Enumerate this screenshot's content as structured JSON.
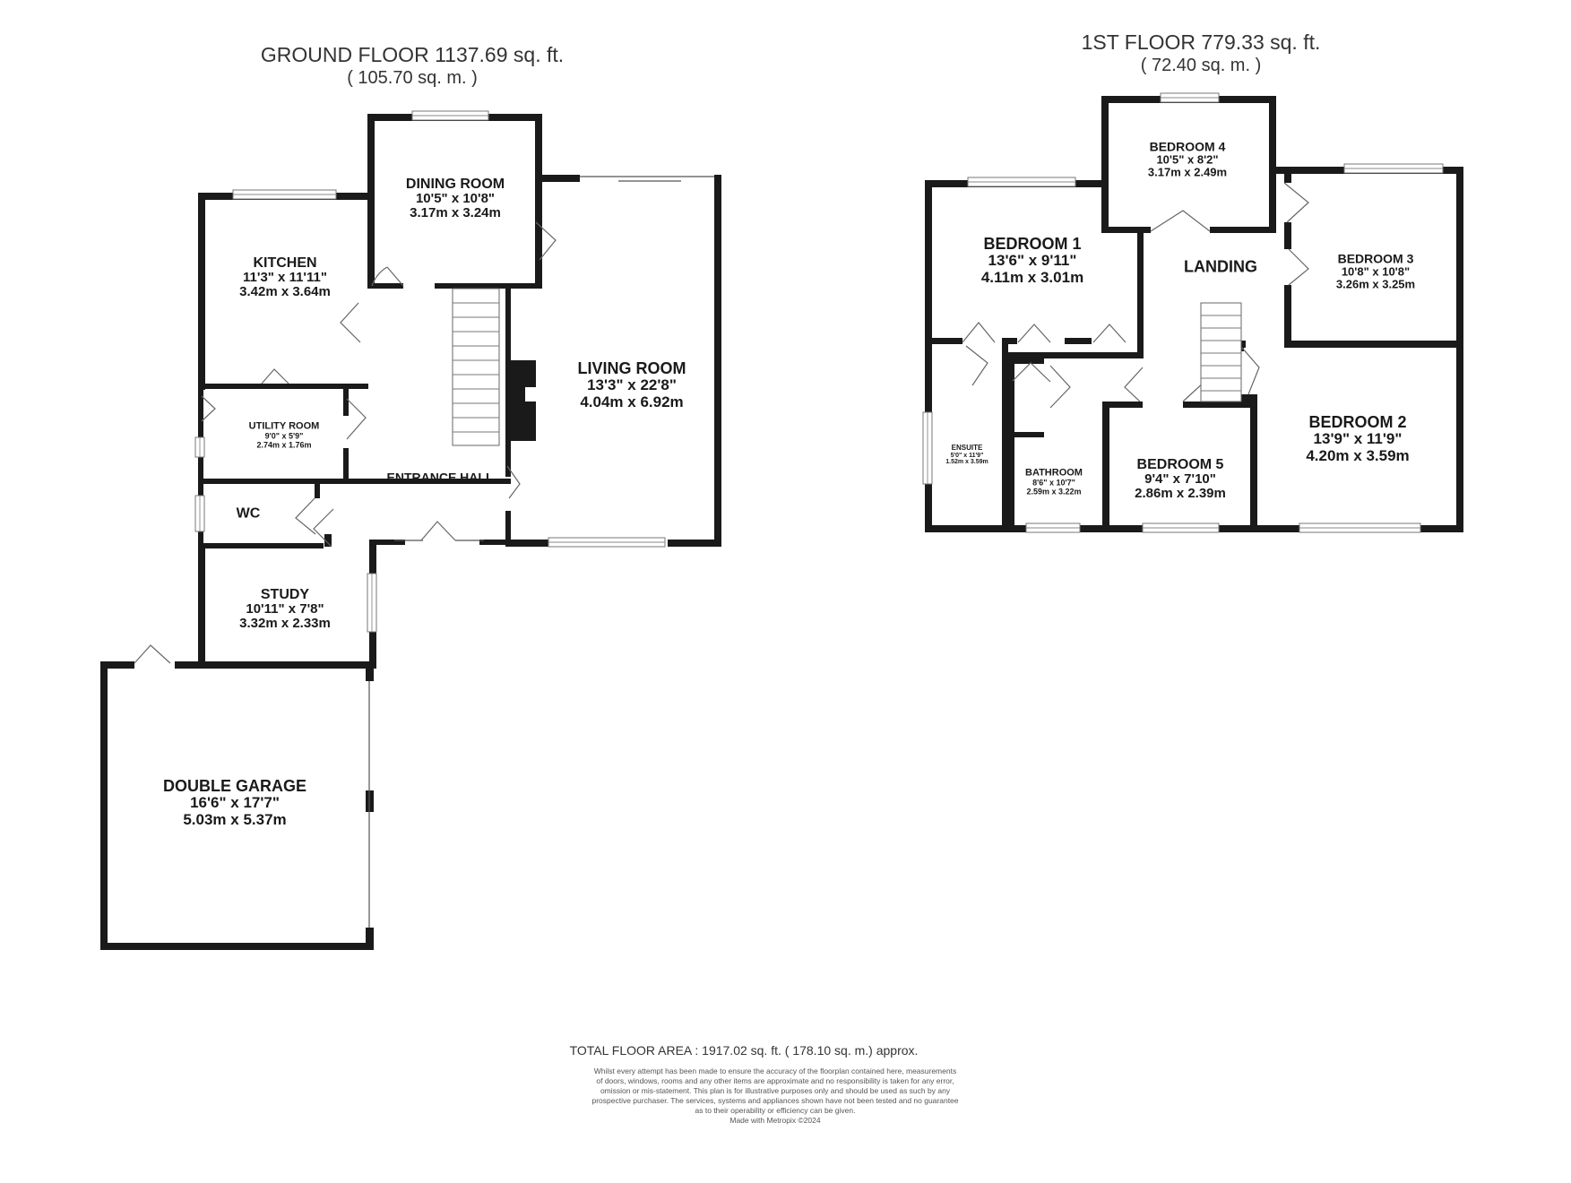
{
  "ground_floor": {
    "title": "GROUND FLOOR 1137.69 sq. ft.",
    "subtitle": "( 105.70 sq. m. )",
    "rooms": {
      "dining_room": {
        "name": "DINING ROOM",
        "imperial": "10'5\" x 10'8\"",
        "metric": "3.17m x 3.24m"
      },
      "kitchen": {
        "name": "KITCHEN",
        "imperial": "11'3\" x 11'11\"",
        "metric": "3.42m x 3.64m"
      },
      "living_room": {
        "name": "LIVING ROOM",
        "imperial": "13'3\" x 22'8\"",
        "metric": "4.04m x 6.92m"
      },
      "utility_room": {
        "name": "UTILITY ROOM",
        "imperial": "9'0\" x 5'9\"",
        "metric": "2.74m x 1.76m"
      },
      "entrance_hall": {
        "name": "ENTRANCE HALL"
      },
      "wc": {
        "name": "WC"
      },
      "study": {
        "name": "STUDY",
        "imperial": "10'11\" x 7'8\"",
        "metric": "3.32m x 2.33m"
      },
      "double_garage": {
        "name": "DOUBLE GARAGE",
        "imperial": "16'6\" x 17'7\"",
        "metric": "5.03m x 5.37m"
      }
    }
  },
  "first_floor": {
    "title": "1ST FLOOR 779.33 sq. ft.",
    "subtitle": "( 72.40 sq. m. )",
    "rooms": {
      "bedroom_4": {
        "name": "BEDROOM 4",
        "imperial": "10'5\" x 8'2\"",
        "metric": "3.17m x 2.49m"
      },
      "bedroom_1": {
        "name": "BEDROOM 1",
        "imperial": "13'6\" x 9'11\"",
        "metric": "4.11m x 3.01m"
      },
      "landing": {
        "name": "LANDING"
      },
      "bedroom_3": {
        "name": "BEDROOM 3",
        "imperial": "10'8\" x 10'8\"",
        "metric": "3.26m x 3.25m"
      },
      "bedroom_2": {
        "name": "BEDROOM 2",
        "imperial": "13'9\" x 11'9\"",
        "metric": "4.20m x 3.59m"
      },
      "ensuite": {
        "name": "ENSUITE",
        "imperial": "5'0\" x 11'9\"",
        "metric": "1.52m x 3.59m"
      },
      "bathroom": {
        "name": "BATHROOM",
        "imperial": "8'6\" x 10'7\"",
        "metric": "2.59m x 3.22m"
      },
      "bedroom_5": {
        "name": "BEDROOM 5",
        "imperial": "9'4\" x 7'10\"",
        "metric": "2.86m x 2.39m"
      }
    }
  },
  "total_area": "TOTAL FLOOR AREA : 1917.02 sq. ft. ( 178.10 sq. m.) approx.",
  "disclaimer": [
    "Whilst every attempt has been made to ensure the accuracy of the floorplan contained here, measurements",
    "of doors, windows, rooms and any other items are approximate and no responsibility is taken for any error,",
    "omission or mis-statement. This plan is for illustrative purposes only and should be used as such by any",
    "prospective purchaser. The services, systems and appliances shown have not been tested and no guarantee",
    "as to their operability or efficiency can be given.",
    "Made with Metropix ©2024"
  ]
}
